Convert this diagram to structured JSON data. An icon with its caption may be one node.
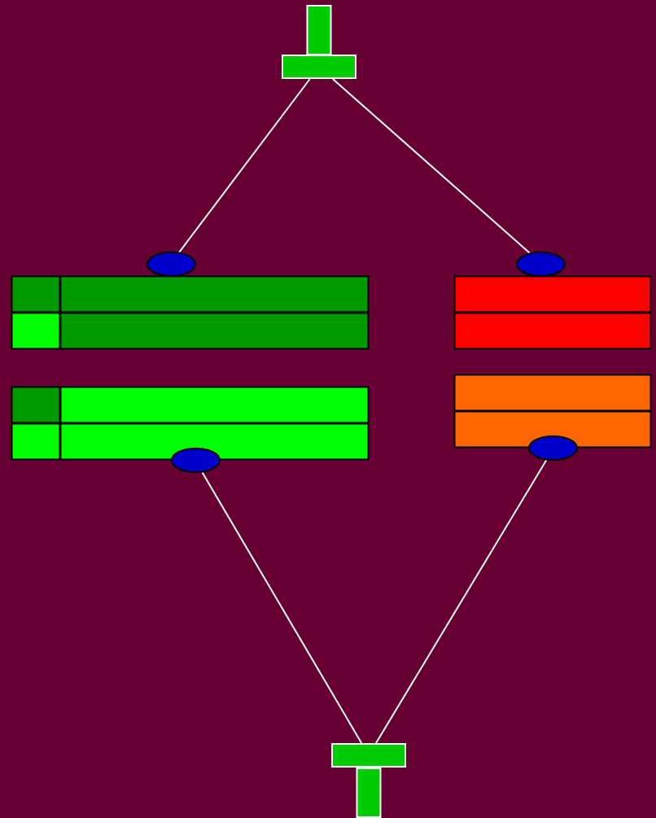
{
  "diagram": {
    "nodes": [
      {
        "text": [],
        "shape": "tee"
      },
      {
        "text": [],
        "shape": "ellipse"
      },
      {
        "text": [],
        "shape": "ellipse"
      },
      {
        "text": [],
        "shape": "table"
      },
      {
        "text": [],
        "shape": "table"
      },
      {
        "text": [],
        "shape": "table"
      },
      {
        "text": [],
        "shape": "table"
      },
      {
        "text": [],
        "shape": "ellipse"
      },
      {
        "text": [],
        "shape": "ellipse"
      },
      {
        "text": [],
        "shape": "tee"
      }
    ],
    "edges": [
      {
        "from": 0,
        "to": 1,
        "arrow": "none"
      },
      {
        "from": 0,
        "to": 2,
        "arrow": "none"
      },
      {
        "from": 7,
        "to": 9,
        "arrow": "none"
      },
      {
        "from": 8,
        "to": 9,
        "arrow": "none"
      }
    ]
  }
}
